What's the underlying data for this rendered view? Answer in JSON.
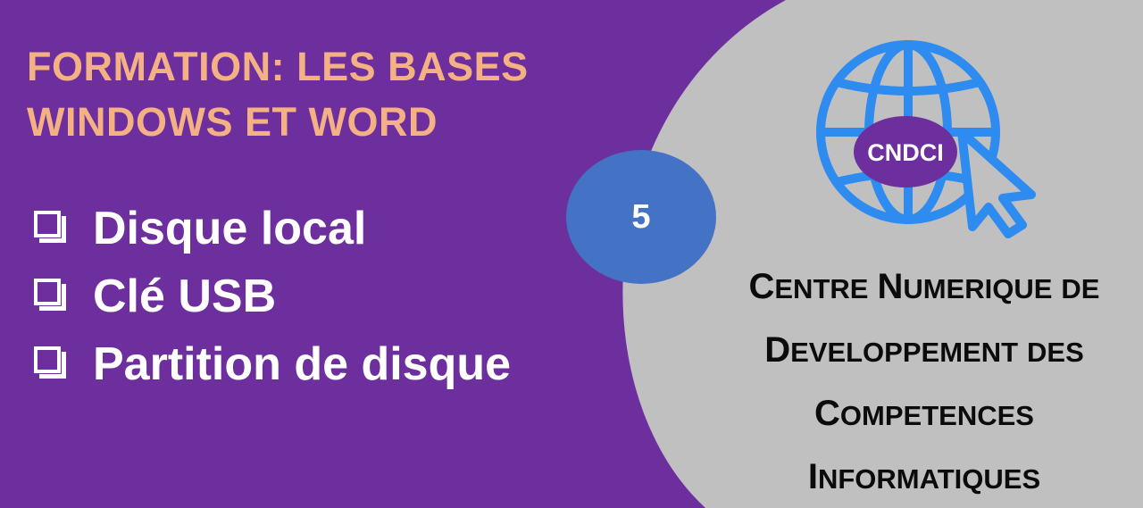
{
  "colors": {
    "left_panel": "#6e2f9e",
    "right_panel": "#c0c0c0",
    "title_text": "#f4b183",
    "badge": "#4472c4",
    "globe": "#2e8bf0",
    "logo_oval": "#6e2f9e"
  },
  "title": {
    "line1": "FORMATION: LES BASES",
    "line2": "WINDOWS ET WORD"
  },
  "items": [
    {
      "label": "Disque local",
      "icon": "checkbox-icon"
    },
    {
      "label": "Clé USB",
      "icon": "checkbox-icon"
    },
    {
      "label": "Partition de disque",
      "icon": "checkbox-icon"
    }
  ],
  "badge": {
    "number": "5"
  },
  "logo": {
    "text": "CNDCI",
    "icons": [
      "globe-icon",
      "cursor-arrow-icon"
    ]
  },
  "org_name": {
    "line1": {
      "w1_initial": "C",
      "w1_rest": "ENTRE",
      "w2_initial": "N",
      "w2_rest": "UMERIQUE",
      "w3": "DE"
    },
    "line2": {
      "w1_initial": "D",
      "w1_rest": "EVELOPPEMENT",
      "w2": "DES"
    },
    "line3": {
      "w1_initial": "C",
      "w1_rest": "OMPETENCES"
    },
    "line4": {
      "w1_initial": "I",
      "w1_rest": "NFORMATIQUES"
    }
  }
}
